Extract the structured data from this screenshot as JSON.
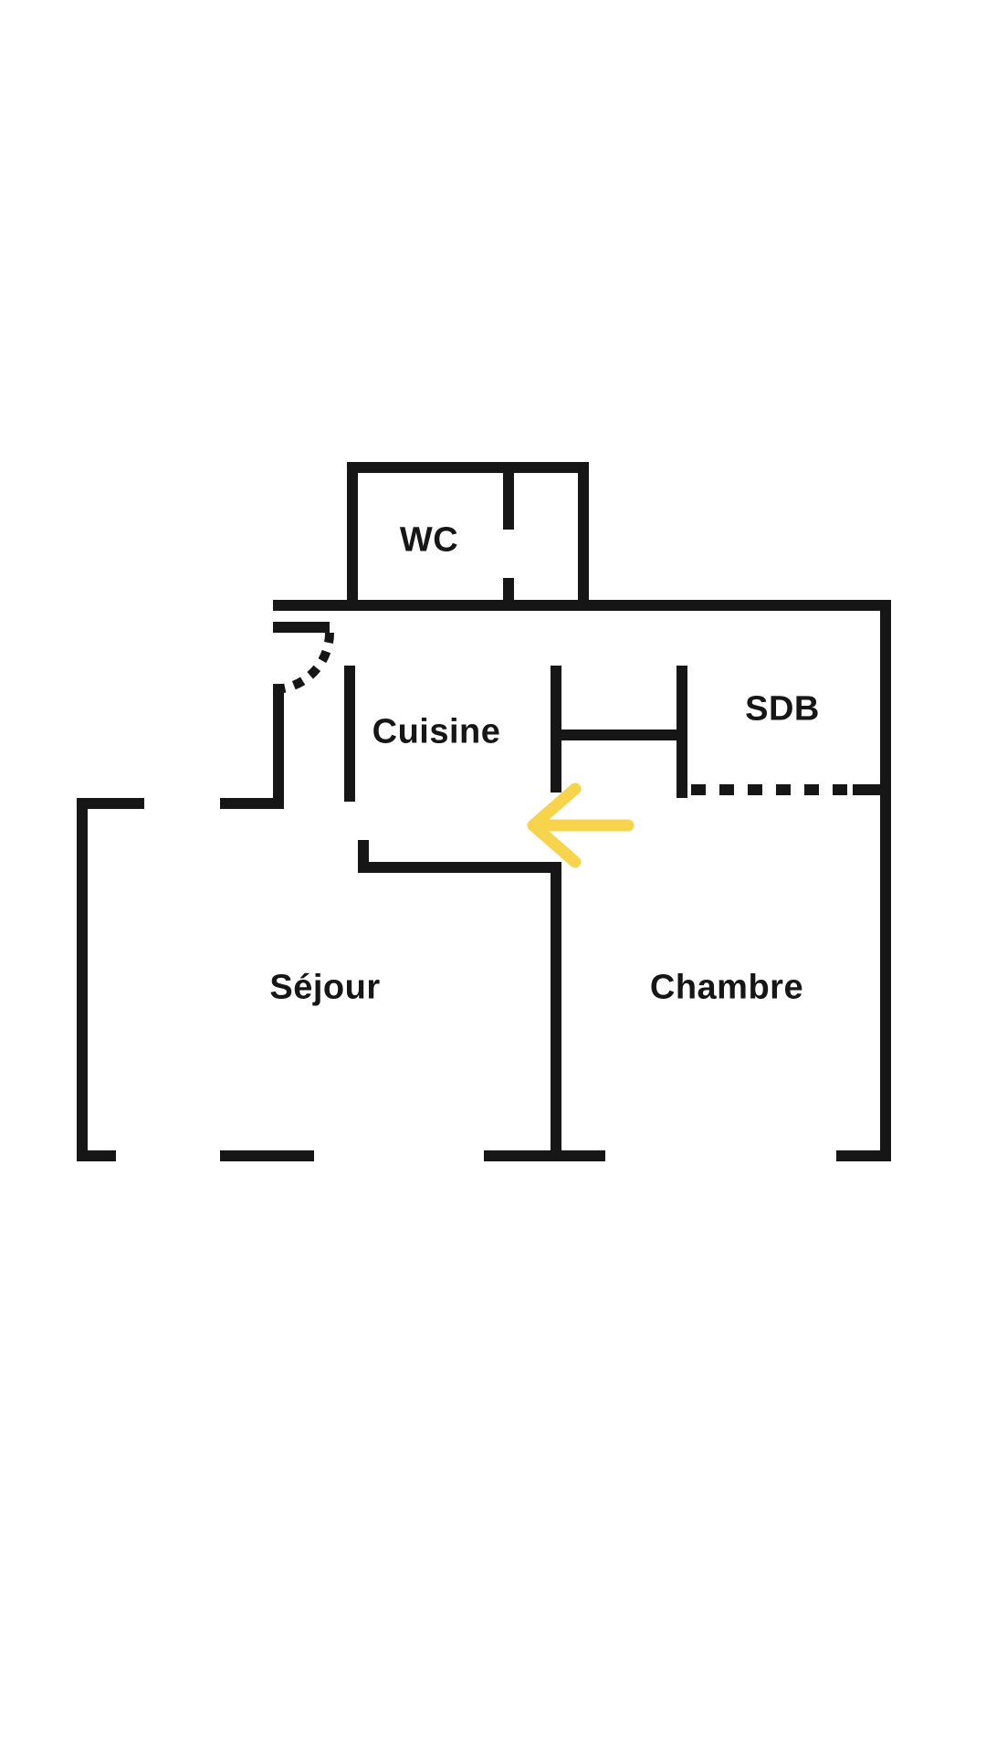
{
  "floorplan": {
    "rooms": [
      {
        "id": "wc",
        "label": "WC"
      },
      {
        "id": "cuisine",
        "label": "Cuisine"
      },
      {
        "id": "sdb",
        "label": "SDB"
      },
      {
        "id": "sejour",
        "label": "Séjour"
      },
      {
        "id": "chambre",
        "label": "Chambre"
      }
    ],
    "annotations": [
      {
        "id": "direction-arrow",
        "type": "arrow",
        "direction": "left",
        "color": "#F8D44C"
      }
    ],
    "colors": {
      "wall": "#161616",
      "background": "#FFFFFF",
      "arrow": "#F8D44C"
    }
  }
}
